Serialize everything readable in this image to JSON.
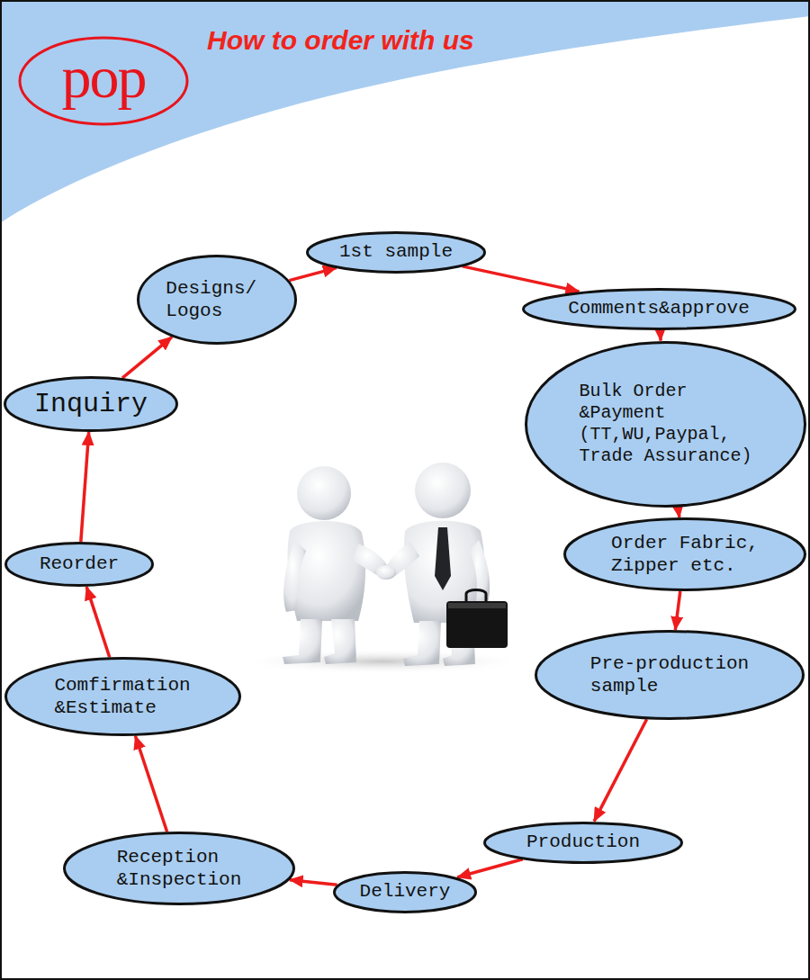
{
  "diagram": {
    "title": "How to order with us",
    "nodes": [
      {
        "text": [
          "Inquiry"
        ]
      },
      {
        "text": [
          "Designs/ Logos"
        ]
      },
      {
        "text": [
          "1st sample"
        ]
      },
      {
        "text": [
          "Comments&approve"
        ]
      },
      {
        "text": [
          "Bulk Order &Payment (TT,WU,Paypal, Trade Assurance)"
        ]
      },
      {
        "text": [
          "Order Fabric, Zipper etc."
        ]
      },
      {
        "text": [
          "Pre-production sample"
        ]
      },
      {
        "text": [
          "Production"
        ]
      },
      {
        "text": [
          "Delivery"
        ]
      },
      {
        "text": [
          "Reception &Inspection"
        ]
      },
      {
        "text": [
          "Comfirmation &Estimate"
        ]
      },
      {
        "text": [
          "Reorder"
        ]
      }
    ],
    "edges": [
      {
        "from": 0,
        "to": 1,
        "arrow": "to"
      },
      {
        "from": 1,
        "to": 2,
        "arrow": "to"
      },
      {
        "from": 2,
        "to": 3,
        "arrow": "to"
      },
      {
        "from": 3,
        "to": 4,
        "arrow": "to"
      },
      {
        "from": 4,
        "to": 5,
        "arrow": "to"
      },
      {
        "from": 5,
        "to": 6,
        "arrow": "to"
      },
      {
        "from": 6,
        "to": 7,
        "arrow": "to"
      },
      {
        "from": 7,
        "to": 8,
        "arrow": "to"
      },
      {
        "from": 8,
        "to": 9,
        "arrow": "to"
      },
      {
        "from": 9,
        "to": 10,
        "arrow": "to"
      },
      {
        "from": 10,
        "to": 11,
        "arrow": "to"
      },
      {
        "from": 11,
        "to": 0,
        "arrow": "to"
      }
    ],
    "labels": [
      "pop"
    ]
  }
}
